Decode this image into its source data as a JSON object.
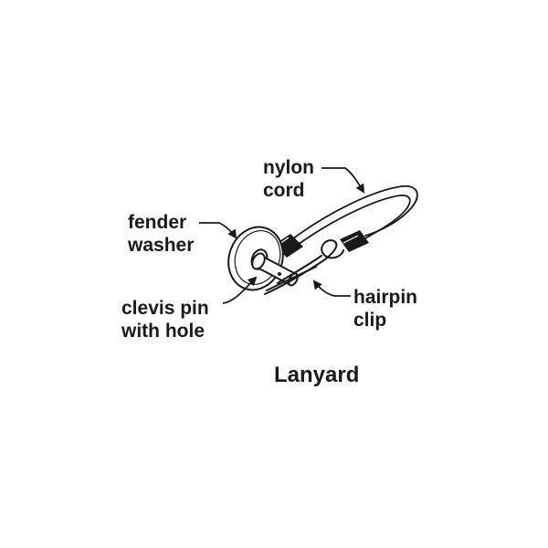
{
  "diagram": {
    "caption": "Lanyard",
    "labels": {
      "nylon_cord": [
        "nylon",
        "cord"
      ],
      "fender_washer": [
        "fender",
        "washer"
      ],
      "clevis_pin": [
        "clevis pin",
        "with hole"
      ],
      "hairpin_clip": [
        "hairpin",
        "clip"
      ]
    },
    "ink_color": "#1a1a1a",
    "fill_color": "#ffffff"
  }
}
